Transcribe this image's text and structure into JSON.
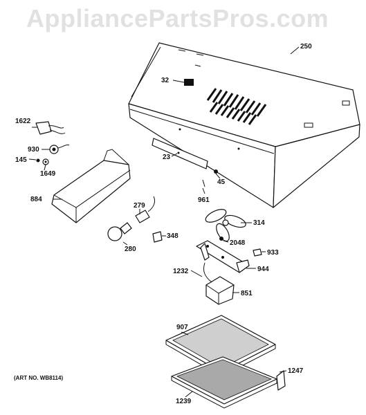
{
  "watermark": "AppliancePartsPros.com",
  "art_no": "(ART NO. WB8114)",
  "colors": {
    "line": "#111111",
    "watermark": "#e1e1e1",
    "background": "#ffffff"
  },
  "parts": [
    {
      "label": "250"
    },
    {
      "label": "32"
    },
    {
      "label": "1622"
    },
    {
      "label": "930"
    },
    {
      "label": "145"
    },
    {
      "label": "1649"
    },
    {
      "label": "23"
    },
    {
      "label": "45"
    },
    {
      "label": "961"
    },
    {
      "label": "884"
    },
    {
      "label": "279"
    },
    {
      "label": "314"
    },
    {
      "label": "348"
    },
    {
      "label": "2048"
    },
    {
      "label": "280"
    },
    {
      "label": "933"
    },
    {
      "label": "944"
    },
    {
      "label": "1232"
    },
    {
      "label": "851"
    },
    {
      "label": "907"
    },
    {
      "label": "1247"
    },
    {
      "label": "1239"
    }
  ]
}
